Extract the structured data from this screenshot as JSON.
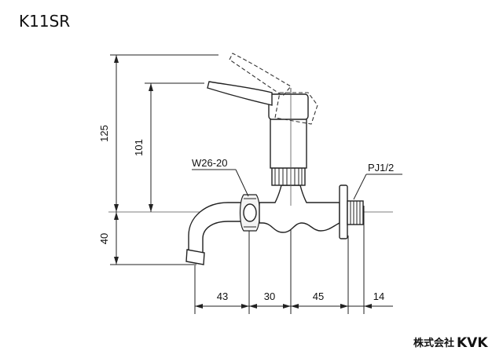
{
  "title": "K11SR",
  "labels": {
    "outlet_thread": "W26-20",
    "inlet_thread": "PJ1/2"
  },
  "dimensions": {
    "height_total": "125",
    "height_handle": "101",
    "height_below": "40",
    "width_1": "43",
    "width_2": "30",
    "width_3": "45",
    "width_4": "14"
  },
  "brand": {
    "japanese": "株式会社",
    "name": "KVK"
  }
}
